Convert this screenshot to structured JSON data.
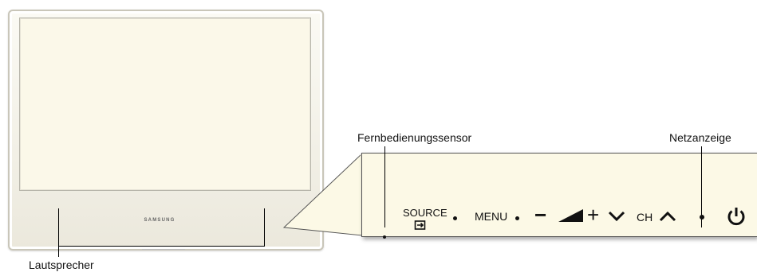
{
  "tv": {
    "brand": "SAMSUNG"
  },
  "labels": {
    "remote_sensor": "Fernbedienungssensor",
    "power_indicator": "Netzanzeige",
    "speaker": "Lautsprecher"
  },
  "controls": {
    "source": "SOURCE",
    "menu": "MENU",
    "channel": "CH",
    "volume_minus": "−",
    "volume_plus": "+"
  },
  "icons": [
    "input-source-icon",
    "volume-ramp-icon",
    "channel-down-icon",
    "channel-up-icon",
    "power-icon"
  ],
  "colors": {
    "screen": "#fbf8e9",
    "panel": "#fcf9e6",
    "bezel": "#f2f0e6"
  }
}
